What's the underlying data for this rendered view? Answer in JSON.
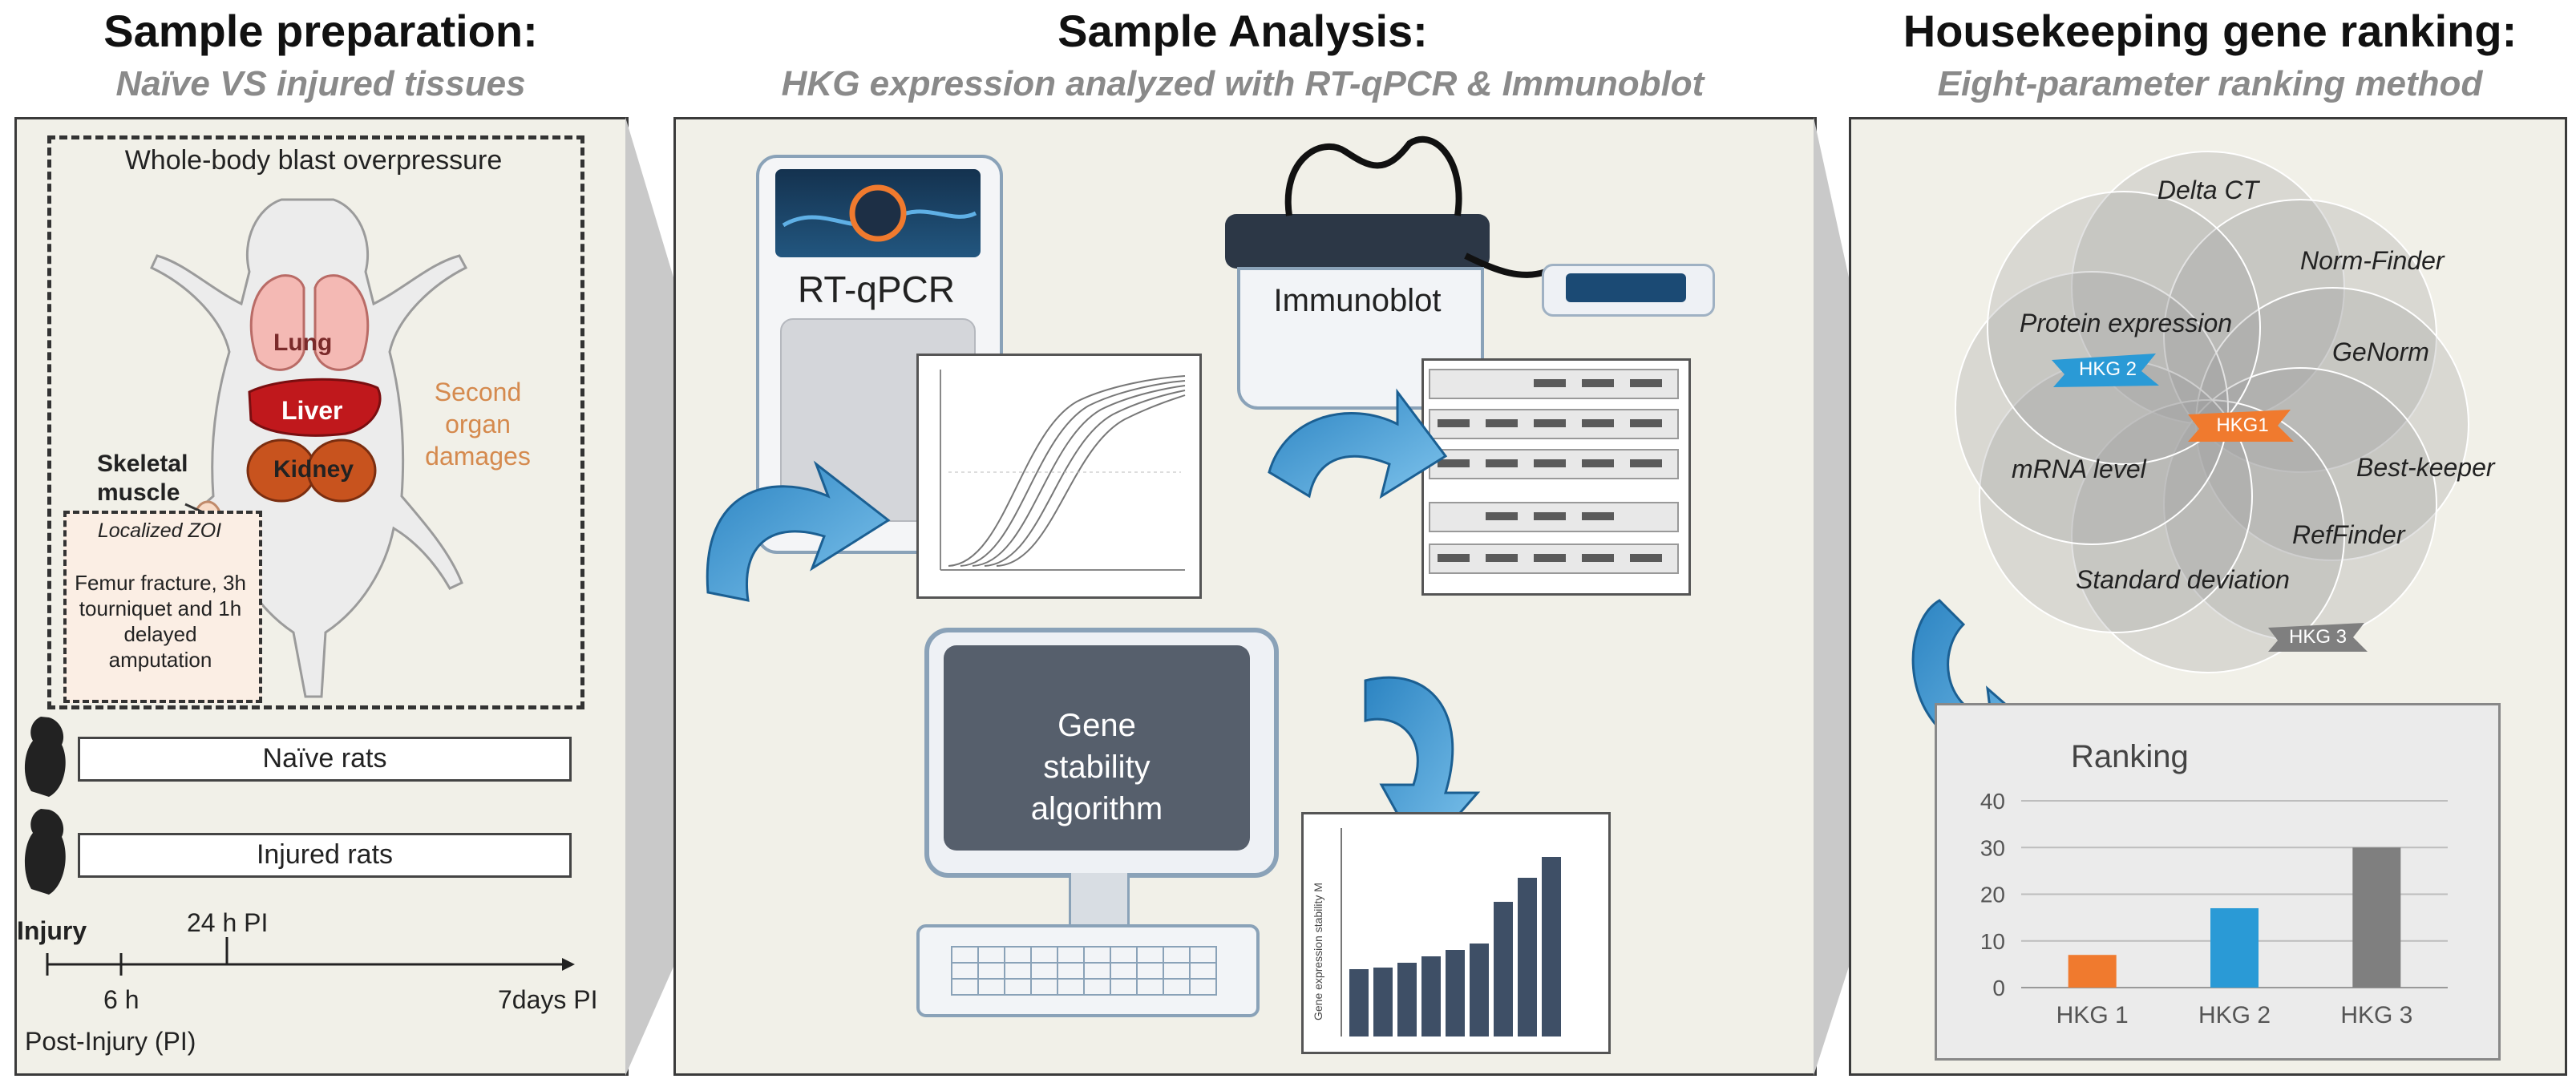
{
  "headers": {
    "prep_title": "Sample preparation:",
    "prep_sub": "Naïve VS injured tissues",
    "analysis_title": "Sample Analysis:",
    "analysis_sub": "HKG expression analyzed with RT-qPCR & Immunoblot",
    "ranking_title": "Housekeeping gene ranking:",
    "ranking_sub": "Eight-parameter ranking method"
  },
  "prep": {
    "blast_label": "Whole-body blast overpressure",
    "organs": {
      "lung": "Lung",
      "liver": "Liver",
      "kidney": "Kidney"
    },
    "skeletal_label": "Skeletal muscle",
    "second_damage": "Second organ damages",
    "zoi": {
      "title": "Localized ZOI",
      "text": "Femur fracture, 3h tourniquet and 1h delayed amputation"
    },
    "groups": {
      "naive": "Naïve rats",
      "injured": "Injured rats"
    },
    "timeline": {
      "injury": "Injury",
      "t24": "24 h PI",
      "t6": "6 h",
      "t7d": "7days PI",
      "post_injury": "Post-Injury (PI)"
    }
  },
  "analysis": {
    "rtqpcr_label": "RT-qPCR",
    "immunoblot_label": "Immunoblot",
    "algorithm_label": "Gene stability algorithm",
    "stability_axis_label": "Gene expression stability M"
  },
  "ranking": {
    "venn_labels": {
      "delta_ct": "Delta CT",
      "norm_finder": "Norm-Finder",
      "protein": "Protein expression",
      "genorm": "GeNorm",
      "mrna": "mRNA level",
      "bestkeeper": "Best-keeper",
      "reffinder": "RefFinder",
      "stddev": "Standard deviation"
    },
    "badges": {
      "hkg2": "HKG 2",
      "hkg1": "HKG1",
      "hkg3": "HKG 3"
    },
    "colors": {
      "hkg1": "#f07a2e",
      "hkg2": "#2a9ad6",
      "hkg3": "#7f7f7f"
    }
  },
  "chart_data": {
    "type": "bar",
    "title": "Ranking",
    "categories": [
      "HKG 1",
      "HKG 2",
      "HKG 3"
    ],
    "values": [
      7,
      17,
      30
    ],
    "ylim": [
      0,
      40
    ],
    "yticks": [
      0,
      10,
      20,
      30,
      40
    ],
    "grid": true,
    "colors": [
      "#f07a2e",
      "#2a9ad6",
      "#7f7f7f"
    ]
  }
}
